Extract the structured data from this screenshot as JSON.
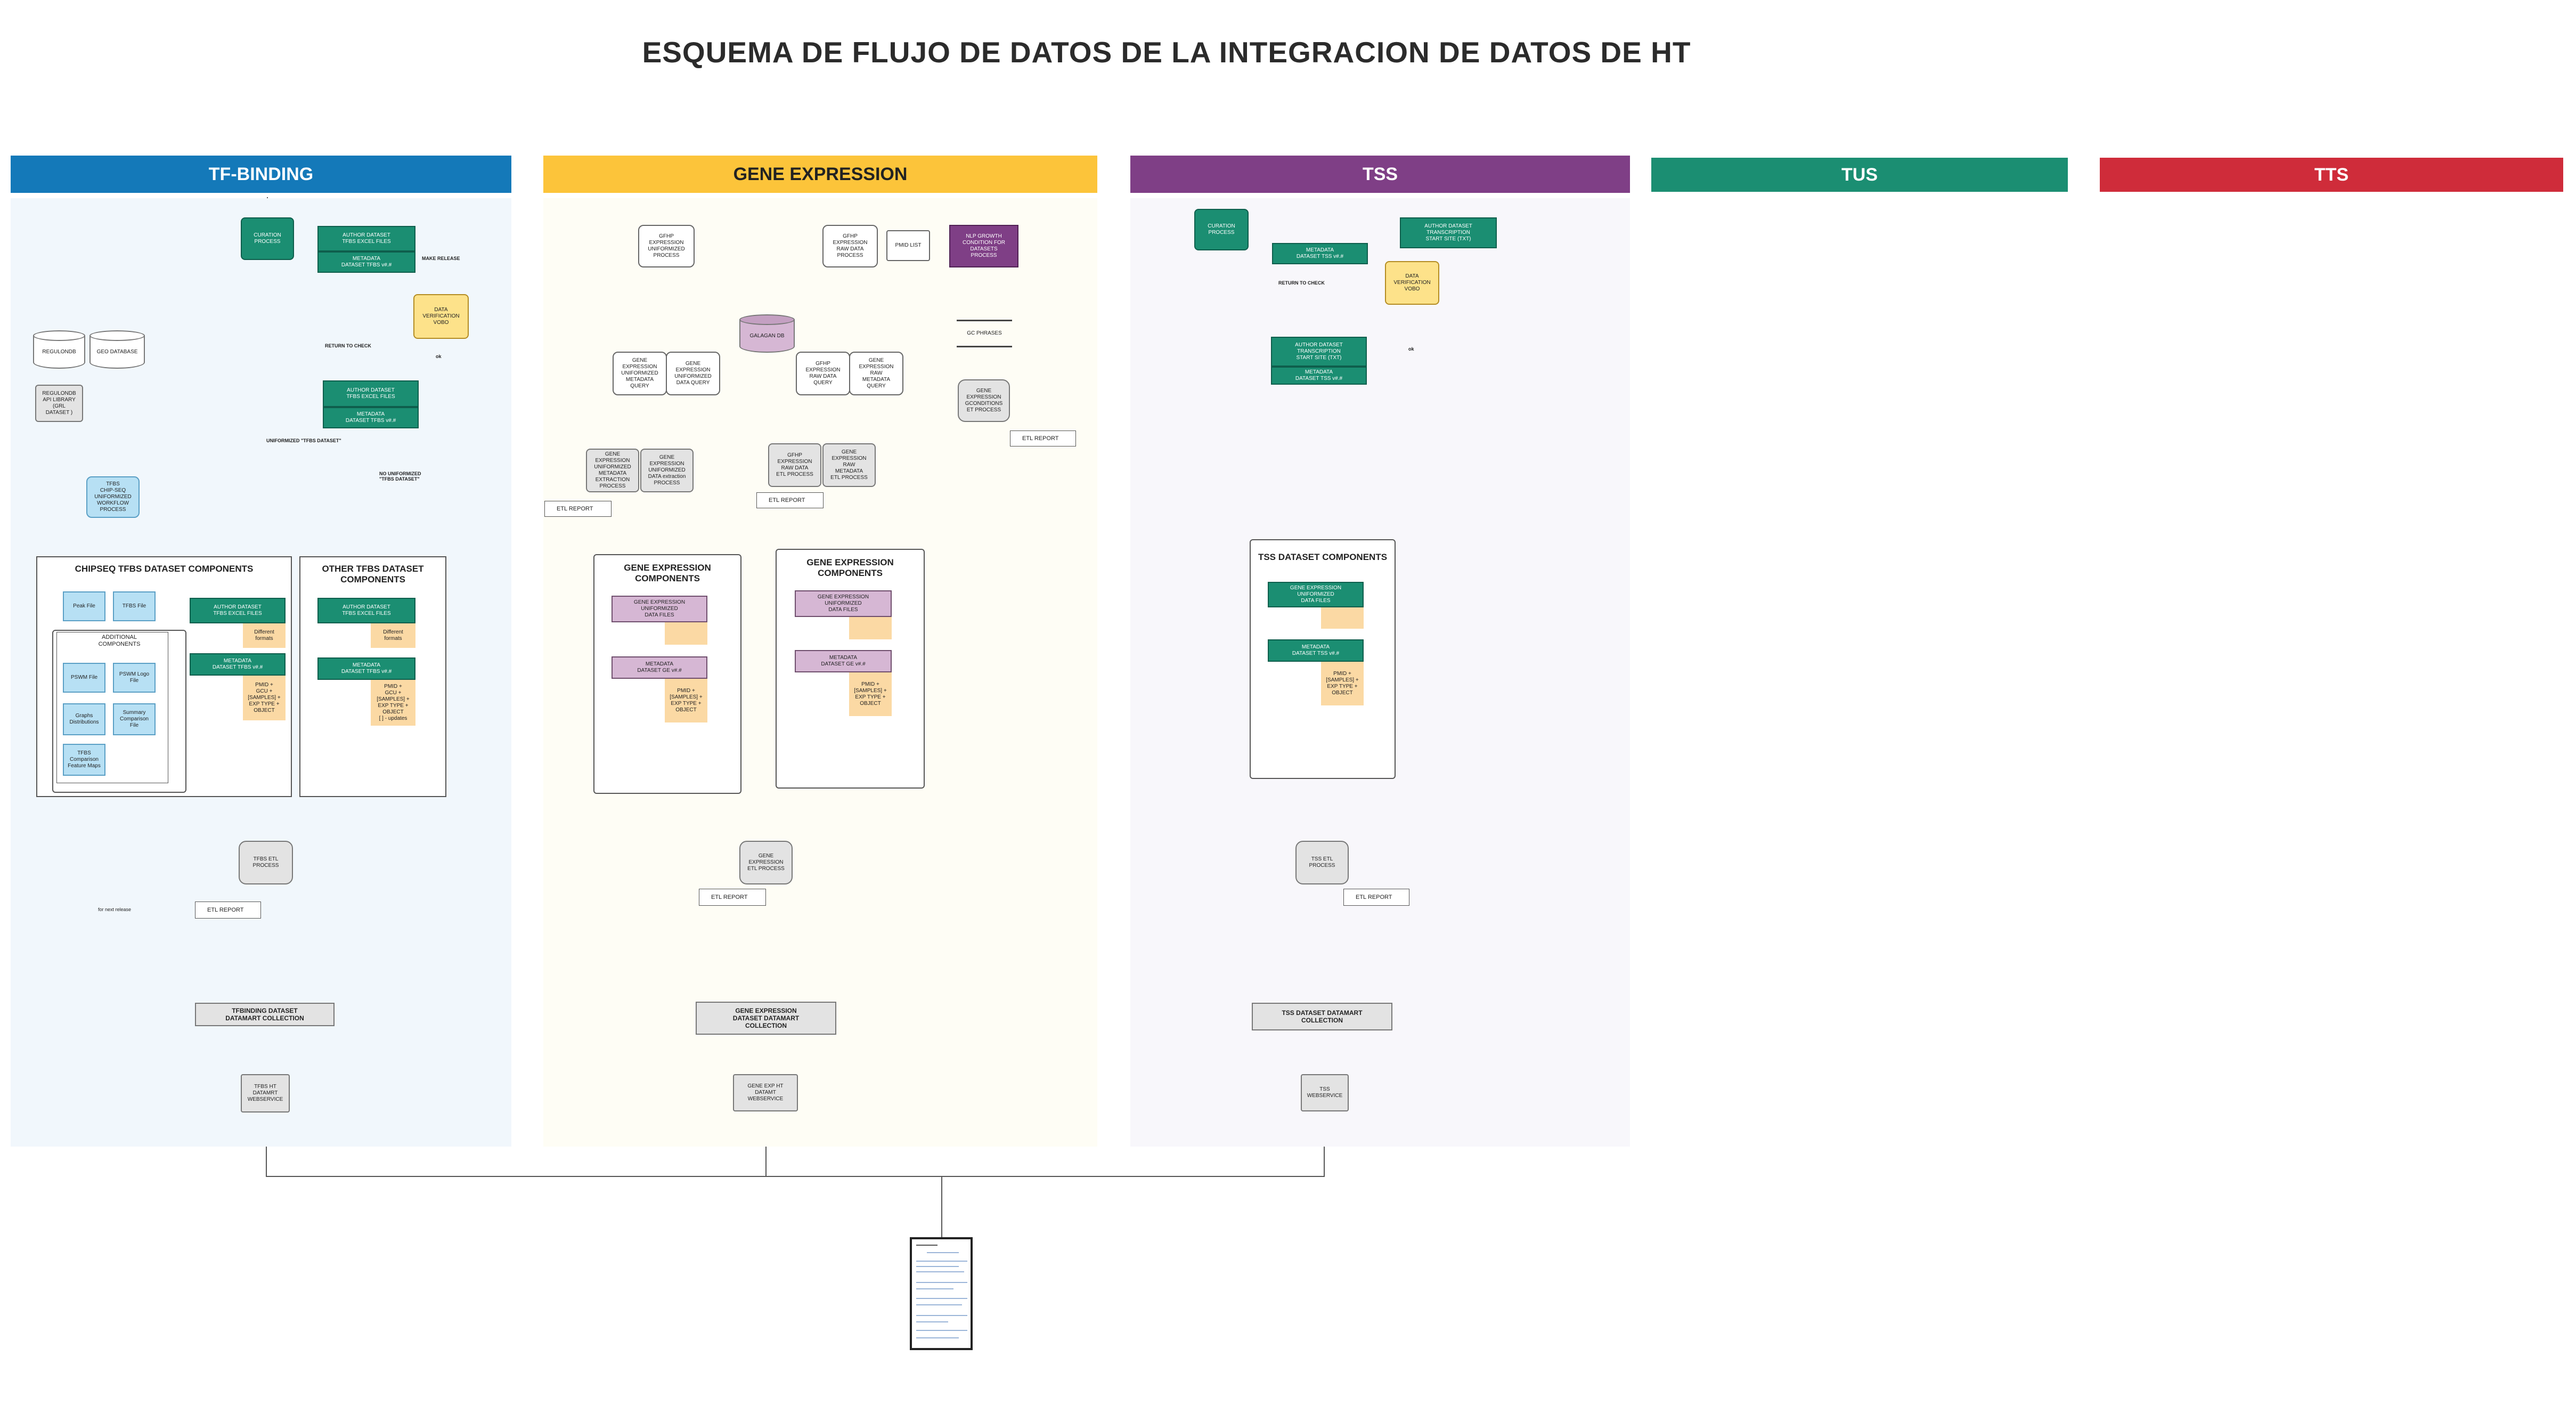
{
  "title": "ESQUEMA DE FLUJO DE DATOS DE LA INTEGRACION DE DATOS DE HT",
  "colors": {
    "tf_binding": "#1479b9",
    "gene_expression": "#fcc43a",
    "tss": "#7f3f86",
    "tus": "#1b8e72",
    "tts": "#cf2c3a",
    "teal_box": "#1b8e72",
    "yellow_box": "#fde28a",
    "purple_box": "#7f3f86"
  },
  "headers": {
    "tf_binding": "TF-BINDING",
    "gene_expression": "GENE EXPRESSION",
    "tss": "TSS",
    "tus": "TUS",
    "tts": "TTS"
  },
  "tfb": {
    "curation": "CURATION\nPROCESS",
    "author_excel": "AUTHOR DATASET\nTFBS EXCEL FILES",
    "metadata_top": "METADATA\nDATASET TFBS v#.#",
    "release": "MAKE RELEASE",
    "verification": "DATA\nVERIFICATION\nVOBO",
    "return_check": "RETURN TO CHECK",
    "ok": "ok",
    "regulondb": "REGULONDB",
    "geo": "GEO DATABASE",
    "api_lib": "REGULONDB\nAPI LIBRARY\n(GRL\nDATASET )",
    "author_excel2": "AUTHOR DATASET\nTFBS EXCEL FILES",
    "metadata2": "METADATA\nDATASET TFBS v#.#",
    "uniformized": "UNIFORMIZED \"TFBS DATASET\"",
    "no_uniformized": "NO UNIFORMIZED\n\"TFBS DATASET\"",
    "chip_workflow": "TFBS\nCHIP-SEQ\nUNIFORMIZED\nWORKFLOW\nPROCESS",
    "chip_group_title": "CHIPSEQ TFBS DATASET COMPONENTS",
    "other_group_title": "OTHER TFBS DATASET\nCOMPONENTS",
    "peak_file": "Peak File",
    "tfbs_file": "TFBS File",
    "additional": "ADDITIONAL\nCOMPONENTS",
    "pswm": "PSWM File",
    "pswm_logo": "PSWM Logo\nFile",
    "graphs": "Graphs\nDistributions",
    "summary": "Summary\nComparison\nFile",
    "tfbs_comparison": "TFBS\nComparison\nFeature Maps",
    "author_chip": "AUTHOR DATASET\nTFBS EXCEL FILES",
    "metadata_chip": "METADATA\nDATASET TFBS v#.#",
    "diff_formats": "Different\nformats",
    "pmid_chip": "PMID +\nGCU +\n[SAMPLES] +\nEXP TYPE +\nOBJECT",
    "author_other": "AUTHOR DATASET\nTFBS EXCEL FILES",
    "metadata_other": "METADATA\nDATASET TFBS v#.#",
    "diff_formats2": "Different\nformats",
    "pmid_other": "PMID +\nGCU +\n[SAMPLES] +\nEXP TYPE +\nOBJECT\n[ ] - updates",
    "etl": "TFBS ETL\nPROCESS",
    "etl_report": "ETL REPORT",
    "for_next": "for next release",
    "collection": "TFBINDING DATASET\nDATAMART COLLECTION",
    "webservice": "TFBS HT\nDATAMRT\nWEBSERVICE"
  },
  "ge": {
    "gfhp_unif": "GFHP\nEXPRESSION\nUNIFORMIZED\nPROCESS",
    "gfhp_raw": "GFHP\nEXPRESSION\nRAW DATA\nPROCESS",
    "pmid_list": "PMID LIST",
    "nlp": "NLP GROWTH\nCONDITION FOR\nDATASETS\nPROCESS",
    "galagan": "GALAGAN DB",
    "gc_phrases": "GC PHRASES",
    "q1": "GENE\nEXPRESSION\nUNIFORMIZED\nMETADATA\nQUERY",
    "q2": "GENE\nEXPRESSION\nUNIFORMIZED\nDATA QUERY",
    "q3": "GFHP\nEXPRESSION\nRAW DATA\nQUERY",
    "q4": "GENE\nEXPRESSION\nRAW\nMETADATA\nQUERY",
    "gc_process": "GENE\nEXPRESSION\nGCONDITIONS\nET PROCESS",
    "etl_report_gc": "ETL REPORT",
    "ext1": "GENE\nEXPRESSION\nUNIFORMIZED\nMETADATA\nEXTRACTION\nPROCESS",
    "ext2": "GENE\nEXPRESSION\nUNIFORMIZED\nDATA extraction\nPROCESS",
    "ext3": "GFHP\nEXPRESSION\nRAW DATA\nETL PROCESS",
    "ext4": "GENE\nEXPRESSION\nRAW\nMETADATA\nETL PROCESS",
    "etl_report_l": "ETL REPORT",
    "etl_report_r": "ETL REPORT",
    "group1_title": "GENE EXPRESSION\nCOMPONENTS",
    "group2_title": "GENE EXPRESSION\nCOMPONENTS",
    "unif_files1": "GENE EXPRESSION\nUNIFORMIZED\nDATA FILES",
    "metadata_ge1": "METADATA\nDATASET GE v#.#",
    "pmid_ge1": "PMID +\n[SAMPLES] +\nEXP TYPE +\nOBJECT",
    "unif_files2": "GENE EXPRESSION\nUNIFORMIZED\nDATA FILES",
    "metadata_ge2": "METADATA\nDATASET GE v#.#",
    "pmid_ge2": "PMID +\n[SAMPLES] +\nEXP TYPE +\nOBJECT",
    "etl": "GENE\nEXPRESSION\nETL PROCESS",
    "etl_report": "ETL REPORT",
    "collection": "GENE EXPRESSION\nDATASET DATAMART\nCOLLECTION",
    "webservice": "GENE EXP HT\nDATAMT\nWEBSERVICE"
  },
  "tss": {
    "curation": "CURATION\nPROCESS",
    "author": "AUTHOR DATASET\nTRANSCRIPTION\nSTART SITE (TXT)",
    "metadata": "METADATA\nDATASET TSS v#.#",
    "verification": "DATA\nVERIFICATION\nVOBO",
    "return_check": "RETURN TO CHECK",
    "ok": "ok",
    "author2": "AUTHOR DATASET\nTRANSCRIPTION\nSTART SITE (TXT)",
    "metadata2": "METADATA\nDATASET TSS v#.#",
    "group_title": "TSS  DATASET COMPONENTS",
    "unif_files": "GENE EXPRESSION\nUNIFORMIZED\nDATA FILES",
    "metadata3": "METADATA\nDATASET TSS v#.#",
    "pmid": "PMID +\n[SAMPLES] +\nEXP TYPE +\nOBJECT",
    "etl": "TSS ETL\nPROCESS",
    "etl_report": "ETL REPORT",
    "collection": "TSS DATASET DATAMART\nCOLLECTION",
    "webservice": "TSS\nWEBSERVICE"
  }
}
